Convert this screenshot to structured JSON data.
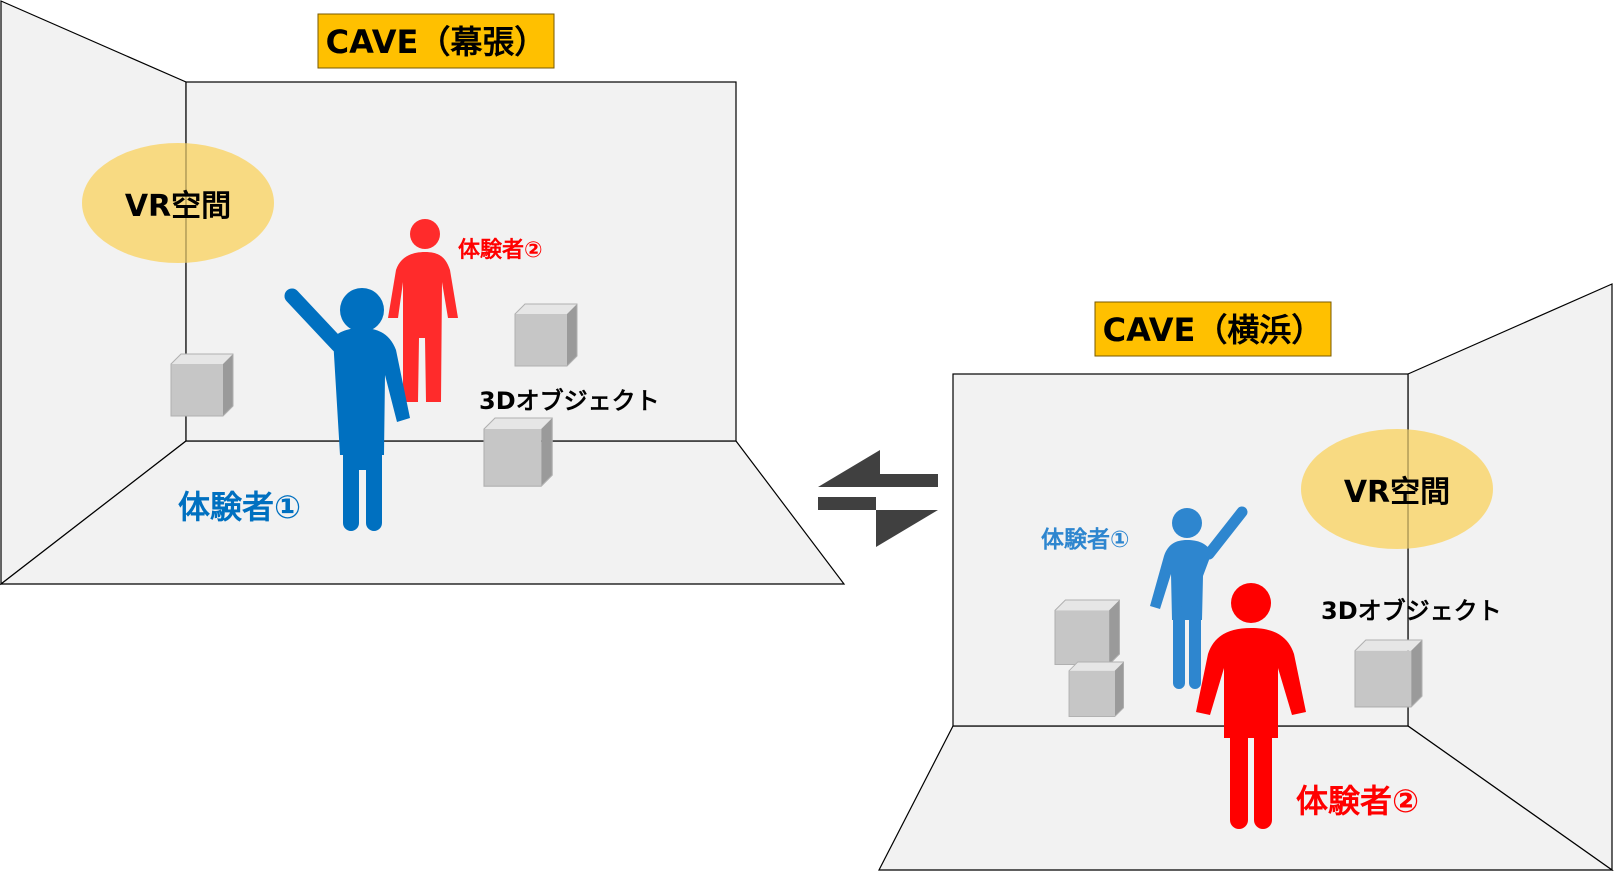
{
  "left_room": {
    "title": "CAVE（幕張）",
    "vr_label": "VR空間",
    "participant1": "体験者①",
    "participant2": "体験者②",
    "object_label": "3Dオブジェクト"
  },
  "right_room": {
    "title": "CAVE（横浜）",
    "vr_label": "VR空間",
    "participant1": "体験者①",
    "participant2": "体験者②",
    "object_label": "3Dオブジェクト"
  },
  "colors": {
    "title_bg": "#FFC000",
    "vr_ellipse": "#F8D878",
    "participant1": "#0070C0",
    "participant2": "#FF0000",
    "room_fill": "#F2F2F2",
    "arrow": "#404040"
  }
}
